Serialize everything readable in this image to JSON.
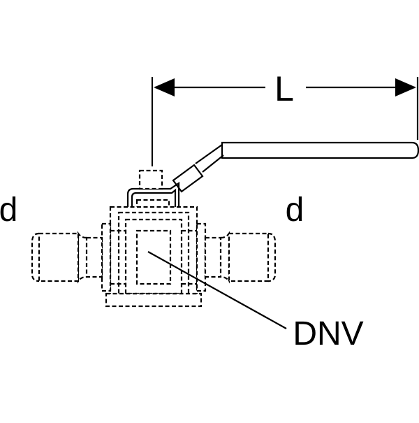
{
  "labels": {
    "length": "L",
    "diameter_left": "d",
    "diameter_right": "d",
    "nominal_size": "DNV"
  },
  "colors": {
    "line": "#000000",
    "background": "#ffffff"
  }
}
